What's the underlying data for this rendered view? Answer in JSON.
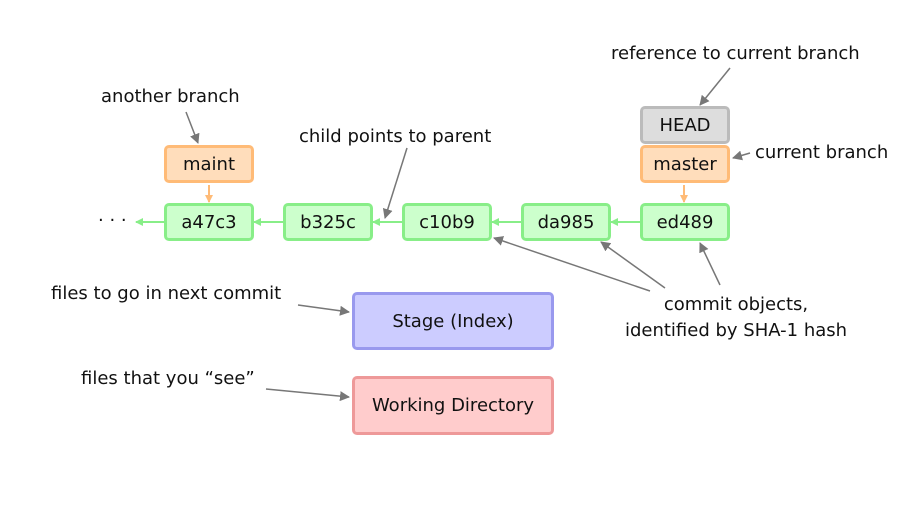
{
  "labels": {
    "another_branch": "another branch",
    "reference_to_current": "reference to current branch",
    "child_points": "child points to parent",
    "current_branch": "current branch",
    "files_next_commit": "files to go in next commit",
    "files_see": "files that you “see”",
    "commit_objects_line1": "commit objects,",
    "commit_objects_line2": "identified by SHA-1 hash",
    "ellipsis": "· · ·"
  },
  "commits": [
    "a47c3",
    "b325c",
    "c10b9",
    "da985",
    "ed489"
  ],
  "branches": {
    "maint": "maint",
    "master": "master",
    "head": "HEAD"
  },
  "areas": {
    "stage": "Stage (Index)",
    "working_directory": "Working Directory"
  },
  "colors": {
    "commit_fill": "#ccffcc",
    "commit_border": "#88ee88",
    "branch_fill": "#ffddbb",
    "branch_border": "#ffbb77",
    "head_fill": "#dddddd",
    "head_border": "#bbbbbb",
    "stage_fill": "#ccccff",
    "stage_border": "#9999ee",
    "workdir_fill": "#ffcccc",
    "workdir_border": "#ee9999",
    "annotation_arrow": "#777777"
  }
}
